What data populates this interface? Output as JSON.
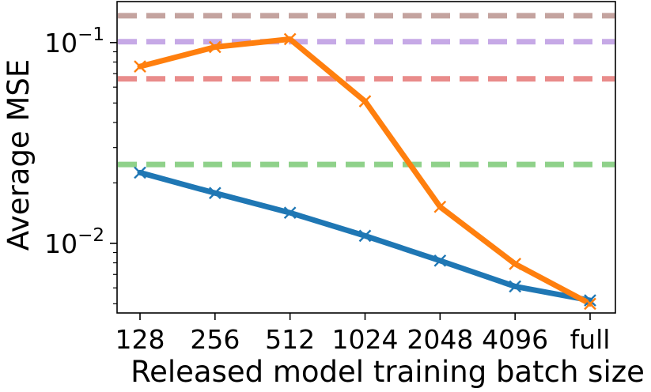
{
  "chart_data": {
    "type": "line",
    "xlabel": "Released model training batch size",
    "ylabel": "Average MSE",
    "yscale": "log",
    "ylim": [
      0.0045,
      0.16
    ],
    "categories": [
      "128",
      "256",
      "512",
      "1024",
      "2048",
      "4096",
      "full"
    ],
    "y_ticks": [
      {
        "value": 0.1,
        "base": "10",
        "exp": "−1"
      },
      {
        "value": 0.01,
        "base": "10",
        "exp": "−2"
      }
    ],
    "series": [
      {
        "color": "#1f77b4",
        "marker": "x",
        "values": [
          0.0225,
          0.0178,
          0.0142,
          0.0109,
          0.0082,
          0.0061,
          0.0052
        ]
      },
      {
        "color": "#ff7f0e",
        "marker": "x",
        "values": [
          0.076,
          0.095,
          0.104,
          0.051,
          0.0152,
          0.0079,
          0.005
        ]
      }
    ],
    "reference_lines": [
      {
        "value": 0.136,
        "color": "#c4a39f",
        "style": "dashed"
      },
      {
        "value": 0.101,
        "color": "#c6a9e6",
        "style": "dashed"
      },
      {
        "value": 0.066,
        "color": "#e98c8b",
        "style": "dashed"
      },
      {
        "value": 0.0247,
        "color": "#8fd18a",
        "style": "dashed"
      }
    ],
    "grid": false,
    "legend": "none"
  }
}
